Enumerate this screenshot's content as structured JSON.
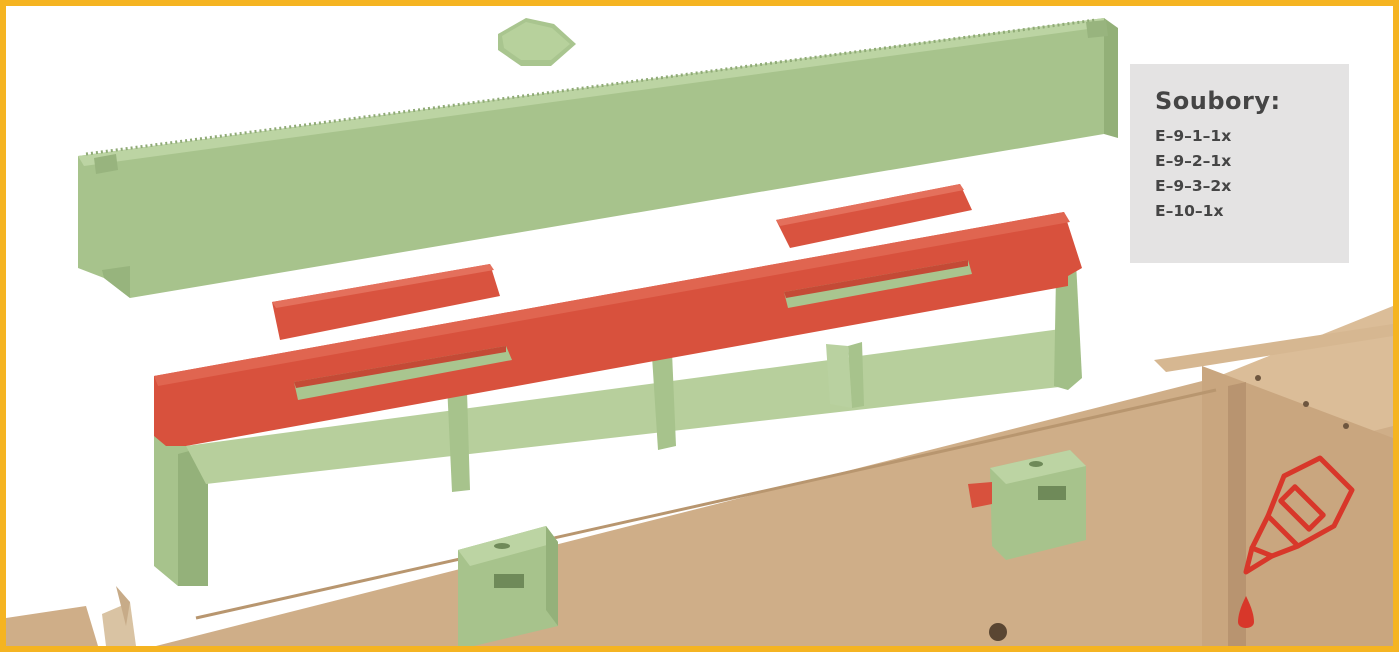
{
  "files_panel": {
    "title": "Soubory:",
    "items": [
      "E–9–1–1x",
      "E–9–2–1x",
      "E–9–3–2x",
      "E–10–1x"
    ]
  },
  "colors": {
    "frame_border": "#f5b421",
    "green_part": "#a9c58f",
    "red_part": "#d9533f",
    "cardboard": "#cfae88",
    "panel_background": "#e4e3e3",
    "glue_icon": "#d8372a"
  },
  "icons": {
    "glue": "glue-bottle-icon"
  }
}
